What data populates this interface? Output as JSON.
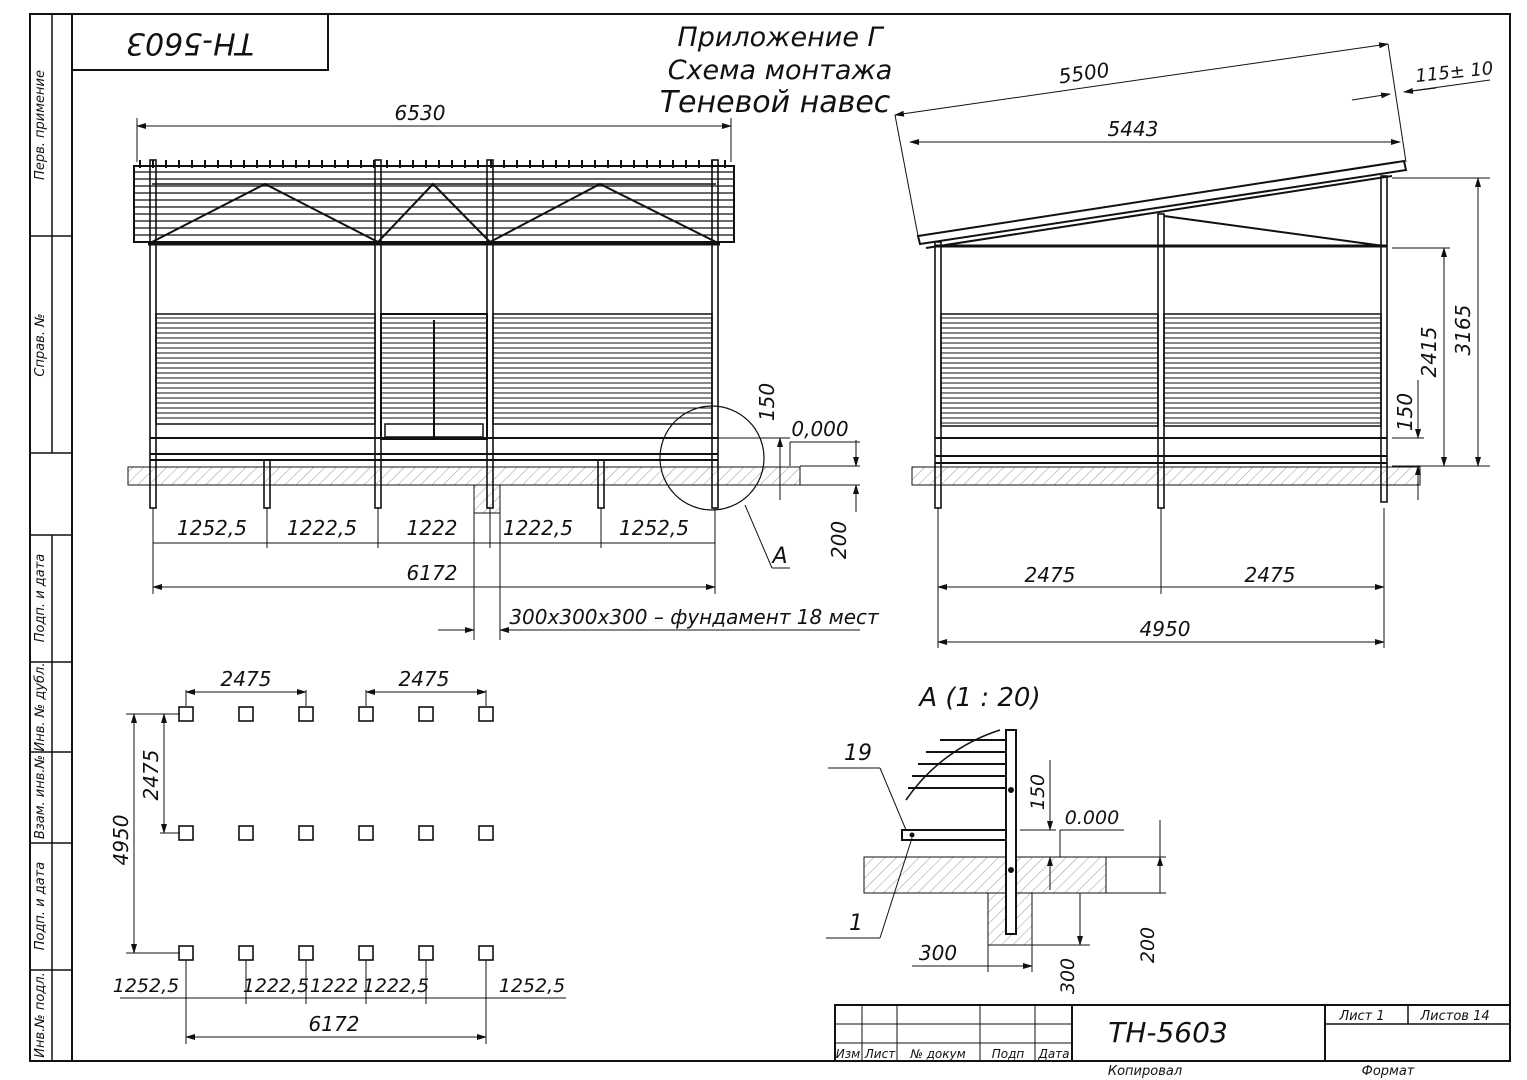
{
  "stamp": "ТН-5603",
  "header": {
    "line1": "Приложение Г",
    "line2": "Схема монтажа",
    "line3": "Теневой навес"
  },
  "side_columns": [
    "Перв. примение",
    "Справ. №",
    "Подп. и дата",
    "Инв. № дубл.",
    "Взам. инв.№",
    "Подп. и дата",
    "Инв.№ подл."
  ],
  "front_view": {
    "dim_total": "6530",
    "dim_base": "6172",
    "bays": [
      "1252,5",
      "1222,5",
      "1222",
      "1222,5",
      "1252,5"
    ],
    "dim_150": "150",
    "dim_200": "200",
    "level": "0,000",
    "callout": "А",
    "foundation_note": "300х300х300 – фундамент 18 мест"
  },
  "side_view": {
    "dim_5500": "5500",
    "dim_5443": "5443",
    "dim_115": "115± 10",
    "dim_3165": "3165",
    "dim_2415": "2415",
    "dim_150": "150",
    "bay1": "2475",
    "bay2": "2475",
    "total": "4950"
  },
  "plan": {
    "top1": "2475",
    "top2": "2475",
    "left_small": "2475",
    "left_total": "4950",
    "bottom": [
      "1252,5",
      "1222,5",
      "1222",
      "1222,5",
      "1252,5"
    ],
    "total": "6172"
  },
  "detail": {
    "title": "А (1 : 20)",
    "pos19": "19",
    "pos1": "1",
    "dim_150": "150",
    "level": "0.000",
    "dim_200": "200",
    "dim_300h": "300",
    "dim_300v": "300"
  },
  "titleblock": {
    "code": "ТН-5603",
    "sheet": "Лист 1",
    "sheets": "Листов 14",
    "izm": "Изм",
    "list": "Лист",
    "ndoc": "№ докум",
    "podp": "Подп",
    "data": "Дата",
    "copied": "Копировал",
    "format": "Формат"
  }
}
